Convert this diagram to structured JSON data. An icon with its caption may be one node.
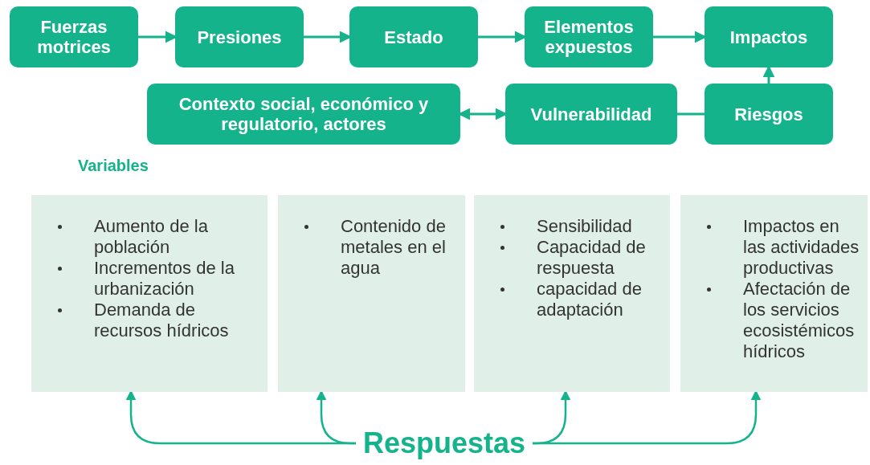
{
  "diagram": {
    "nodes": [
      {
        "text": [
          "Fuerzas motrices"
        ]
      },
      {
        "text": [
          "Presiones"
        ]
      },
      {
        "text": [
          "Estado"
        ]
      },
      {
        "text": [
          "Elementos expuestos"
        ]
      },
      {
        "text": [
          "Impactos"
        ]
      },
      {
        "text": [
          "Contexto social, económico y regulatorio, actores"
        ]
      },
      {
        "text": [
          "Vulnerabilidad"
        ]
      },
      {
        "text": [
          "Riesgos"
        ]
      },
      {
        "text": [
          "Aumento de la población",
          "Incrementos de la urbanización",
          "Demanda de recursos hídricos"
        ]
      },
      {
        "text": [
          "Contenido de metales en el agua"
        ]
      },
      {
        "text": [
          "Sensibilidad",
          "Capacidad de respuesta",
          "capacidad de adaptación"
        ]
      },
      {
        "text": [
          "Impactos en las actividades productivas",
          "Afectación de los servicios ecosistémicos hídricos"
        ]
      },
      {
        "text": [
          "Respuestas"
        ]
      }
    ],
    "edges": [
      {
        "from": 0,
        "to": 1,
        "arrow": "to"
      },
      {
        "from": 1,
        "to": 2,
        "arrow": "to"
      },
      {
        "from": 2,
        "to": 3,
        "arrow": "to"
      },
      {
        "from": 3,
        "to": 4,
        "arrow": "to"
      },
      {
        "from": 7,
        "to": 4,
        "arrow": "to"
      },
      {
        "from": 6,
        "to": 7,
        "arrow": "none"
      },
      {
        "from": 5,
        "to": 6,
        "arrow": "both"
      },
      {
        "from": 12,
        "to": 8,
        "arrow": "to"
      },
      {
        "from": 12,
        "to": 9,
        "arrow": "to"
      },
      {
        "from": 12,
        "to": 10,
        "arrow": "to"
      },
      {
        "from": 12,
        "to": 11,
        "arrow": "to"
      }
    ],
    "labels": [
      "Variables"
    ]
  }
}
